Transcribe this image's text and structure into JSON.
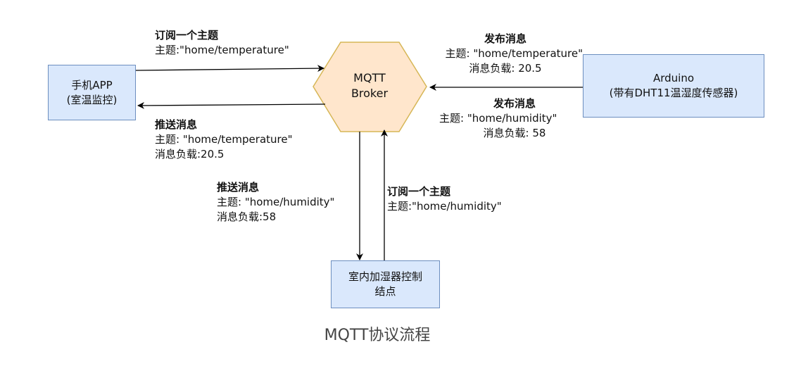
{
  "diagram": {
    "nodes": {
      "phone": {
        "line1": "手机APP",
        "line2": "(室温监控)"
      },
      "broker": {
        "line1": "MQTT",
        "line2": "Broker"
      },
      "arduino": {
        "line1": "Arduino",
        "line2": "(带有DHT11温湿度传感器)"
      },
      "humidifier": {
        "line1": "室内加湿器控制",
        "line2": "结点"
      }
    },
    "edges": {
      "phone_subscribe": {
        "head": "订阅一个主题",
        "topic": "主题:\"home/temperature\""
      },
      "arduino_pub_temp": {
        "head": "发布消息",
        "topic": "主题: \"home/temperature\"",
        "payload": "消息负载: 20.5"
      },
      "arduino_pub_hum": {
        "head": "发布消息",
        "topic": "主题: \"home/humidity\"",
        "payload": "消息负载: 58"
      },
      "push_phone": {
        "head": "推送消息",
        "topic": "主题: \"home/temperature\"",
        "payload": "消息负载:20.5"
      },
      "push_humidifier": {
        "head": "推送消息",
        "topic": "主题: \"home/humidity\"",
        "payload": "消息负载:58"
      },
      "humidifier_subscribe": {
        "head": "订阅一个主题",
        "topic": "主题:\"home/humidity\""
      }
    },
    "caption": "MQTT协议流程",
    "colors": {
      "box_fill": "#dae8fc",
      "box_stroke": "#6c8ebf",
      "broker_fill": "#ffe6cc",
      "broker_stroke": "#d6b656",
      "arrow": "#000000"
    }
  }
}
